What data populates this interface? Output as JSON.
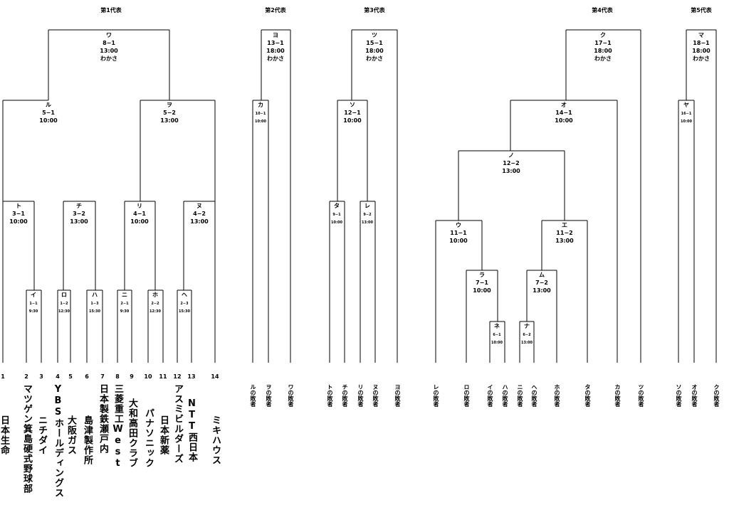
{
  "representatives": [
    "第1代表",
    "第2代表",
    "第3代表",
    "第4代表",
    "第5代表"
  ],
  "games": {
    "wa": {
      "label": "ワ",
      "num": "8−1",
      "time": "13:00",
      "venue": "わかさ"
    },
    "ru": {
      "label": "ル",
      "num": "5−1",
      "time": "10:00"
    },
    "wo": {
      "label": "ヲ",
      "num": "5−2",
      "time": "13:00"
    },
    "to": {
      "label": "ト",
      "num": "3−1",
      "time": "10:00"
    },
    "chi": {
      "label": "チ",
      "num": "3−2",
      "time": "13:00"
    },
    "ri": {
      "label": "リ",
      "num": "4−1",
      "time": "10:00"
    },
    "nu": {
      "label": "ヌ",
      "num": "4−2",
      "time": "13:00"
    },
    "i": {
      "label": "イ",
      "num": "1−1",
      "time": "9:30"
    },
    "ro": {
      "label": "ロ",
      "num": "1−2",
      "time": "12:30"
    },
    "ha": {
      "label": "ハ",
      "num": "1−3",
      "time": "15:30"
    },
    "ni": {
      "label": "ニ",
      "num": "2−1",
      "time": "9:30"
    },
    "ho": {
      "label": "ホ",
      "num": "2−2",
      "time": "12:30"
    },
    "he": {
      "label": "ヘ",
      "num": "2−3",
      "time": "15:30"
    },
    "yo": {
      "label": "ヨ",
      "num": "13−1",
      "time": "18:00",
      "venue": "わかさ"
    },
    "ka": {
      "label": "カ",
      "num": "10−1",
      "time": "10:00"
    },
    "tsu": {
      "label": "ツ",
      "num": "15−1",
      "time": "18:00",
      "venue": "わかさ"
    },
    "so": {
      "label": "ソ",
      "num": "12−1",
      "time": "10:00"
    },
    "ta": {
      "label": "タ",
      "num": "9−1",
      "time": "10:00"
    },
    "re": {
      "label": "レ",
      "num": "9−2",
      "time": "13:00"
    },
    "ku": {
      "label": "ク",
      "num": "17−1",
      "time": "18:00",
      "venue": "わかさ"
    },
    "o": {
      "label": "オ",
      "num": "14−1",
      "time": "10:00"
    },
    "no": {
      "label": "ノ",
      "num": "12−2",
      "time": "13:00"
    },
    "u": {
      "label": "ウ",
      "num": "11−1",
      "time": "10:00"
    },
    "e": {
      "label": "エ",
      "num": "11−2",
      "time": "13:00"
    },
    "ra": {
      "label": "ラ",
      "num": "7−1",
      "time": "10:00"
    },
    "mu": {
      "label": "ム",
      "num": "7−2",
      "time": "13:00"
    },
    "ne": {
      "label": "ネ",
      "num": "6−1",
      "time": "10:00"
    },
    "na": {
      "label": "ナ",
      "num": "6−2",
      "time": "13:00"
    },
    "ma": {
      "label": "マ",
      "num": "18−1",
      "time": "18:00",
      "venue": "わかさ"
    },
    "ya": {
      "label": "ヤ",
      "num": "16−1",
      "time": "10:00"
    }
  },
  "slot_numbers": [
    "1",
    "2",
    "3",
    "4",
    "5",
    "6",
    "7",
    "8",
    "9",
    "10",
    "11",
    "12",
    "13",
    "14"
  ],
  "teams": [
    "日本生命",
    "マツゲン箕島硬式野球部",
    "ニチダイ",
    "YBSホールディングス",
    "大阪ガス",
    "島津製作所",
    "日本製鉄瀬戸内",
    "三菱重工West",
    "大和高田クラブ",
    "パナソニック",
    "日本新薬",
    "アスミビルダーズ",
    "NTT西日本",
    "ミキハウス"
  ],
  "losers": {
    "rep2": [
      "ルの敗者",
      "ヲの敗者",
      "ワの敗者"
    ],
    "rep3": [
      "トの敗者",
      "チの敗者",
      "リの敗者",
      "ヌの敗者",
      "ヨの敗者"
    ],
    "rep4": [
      "レの敗者",
      "ロの敗者",
      "イの敗者",
      "ハの敗者",
      "ニの敗者",
      "ヘの敗者",
      "ホの敗者",
      "タの敗者",
      "カの敗者",
      "ツの敗者"
    ],
    "rep5": [
      "ソの敗者",
      "オの敗者",
      "クの敗者"
    ]
  }
}
